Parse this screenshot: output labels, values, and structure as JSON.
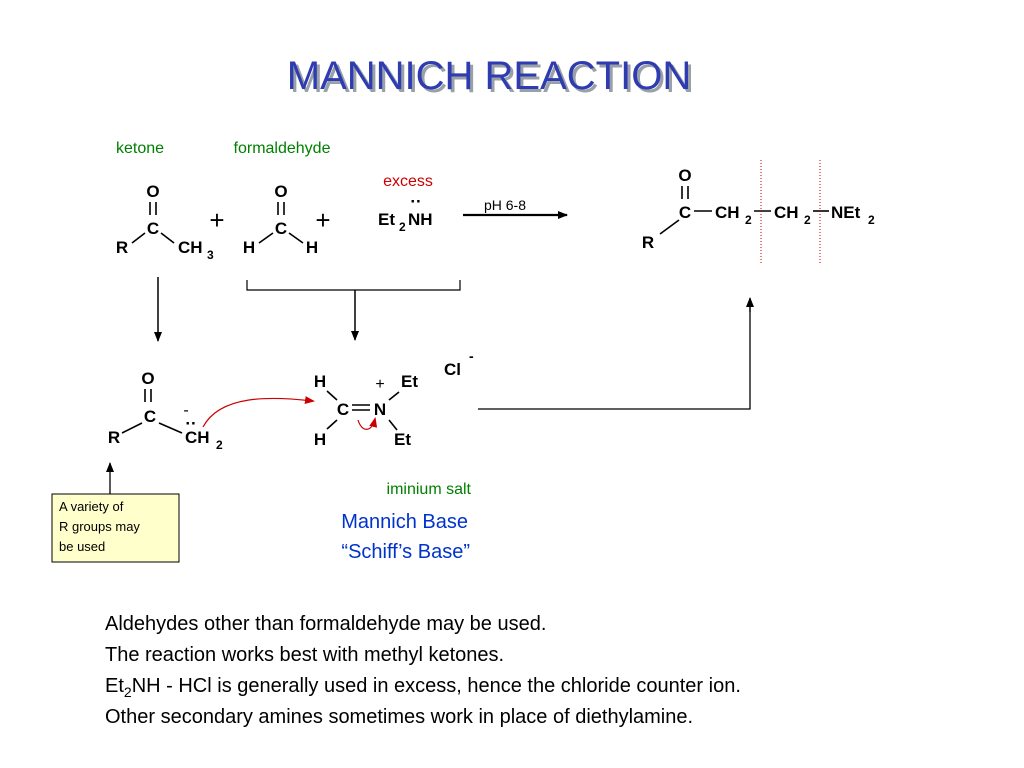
{
  "title": "MANNICH REACTION",
  "reagents": {
    "ketone_label": "ketone",
    "formaldehyde_label": "formaldehyde",
    "excess_label": "excess",
    "plus": "+",
    "amine": {
      "et": "Et",
      "sub": "2",
      "nh": "NH",
      "lone_pair": "··"
    },
    "conditions": "pH 6-8"
  },
  "atoms": {
    "O": "O",
    "C": "C",
    "R": "R",
    "H": "H",
    "N": "N",
    "CH": "CH",
    "sub2": "2",
    "sub3": "3",
    "NEt": "NEt",
    "Et": "Et",
    "Cl": "Cl",
    "minus": "-",
    "plus": "+",
    "lone_pair": "··"
  },
  "labels": {
    "iminium_salt": "iminium salt",
    "mannich_base": "Mannich Base",
    "schiffs_base": "“Schiff’s Base”"
  },
  "callout": {
    "lines": [
      "A variety of",
      "R groups may",
      "be used"
    ]
  },
  "notes": [
    {
      "pre": "Aldehydes other than formaldehyde may be used.",
      "sub": "",
      "post": ""
    },
    {
      "pre": "The reaction works best with methyl ketones.",
      "sub": "",
      "post": ""
    },
    {
      "pre": "Et",
      "sub": "2",
      "post": "NH - HCl is generally used in excess, hence the chloride counter ion."
    },
    {
      "pre": "Other secondary amines sometimes work in place of diethylamine.",
      "sub": "",
      "post": ""
    }
  ],
  "colors": {
    "title": "#2f3bb0",
    "green_labels": "#008000",
    "red_labels": "#cc0000",
    "blue_text": "#0033cc",
    "callout_fill": "#ffffcc",
    "dashed_guides": "#cc0000"
  }
}
